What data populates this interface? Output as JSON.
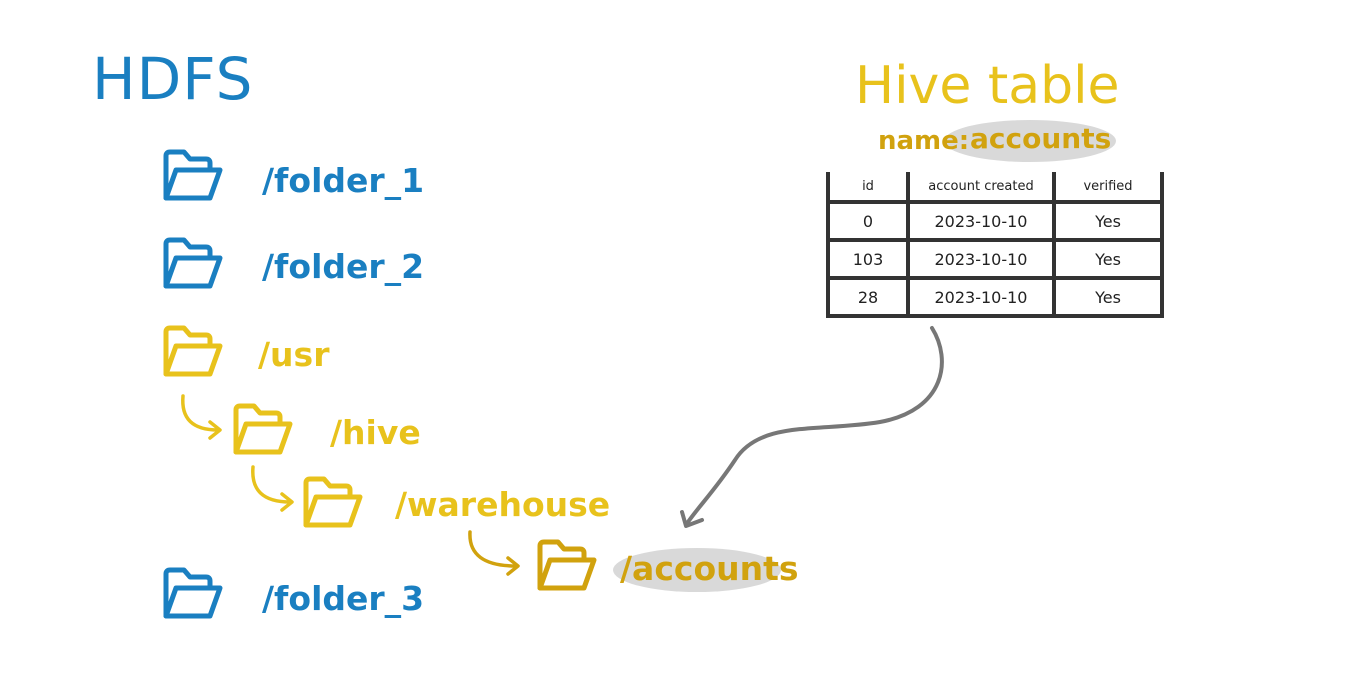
{
  "hdfs": {
    "title": "HDFS",
    "items": [
      {
        "path": "/folder_1",
        "icon": "folder-icon",
        "color": "#1a7fc1"
      },
      {
        "path": "/folder_2",
        "icon": "folder-icon",
        "color": "#1a7fc1"
      },
      {
        "path": "/usr",
        "icon": "folder-icon",
        "color": "#e8c21c"
      },
      {
        "path": "/hive",
        "icon": "folder-icon",
        "color": "#e8c21c"
      },
      {
        "path": "/warehouse",
        "icon": "folder-icon",
        "color": "#e8c21c"
      },
      {
        "path": "/accounts",
        "icon": "folder-icon",
        "color": "#d1a20e"
      },
      {
        "path": "/folder_3",
        "icon": "folder-icon",
        "color": "#1a7fc1"
      }
    ]
  },
  "hive": {
    "title": "Hive table",
    "name_label": "name:",
    "name_value": "accounts",
    "columns": [
      "id",
      "account created",
      "verified"
    ],
    "rows": [
      [
        "0",
        "2023-10-10",
        "Yes"
      ],
      [
        "103",
        "2023-10-10",
        "Yes"
      ],
      [
        "28",
        "2023-10-10",
        "Yes"
      ]
    ]
  },
  "colors": {
    "blue": "#1a7fc1",
    "yellow": "#e8c21c",
    "gold": "#d1a20e",
    "table_border": "#333333",
    "arrow": "#777777",
    "highlight": "#d9d9d9"
  }
}
